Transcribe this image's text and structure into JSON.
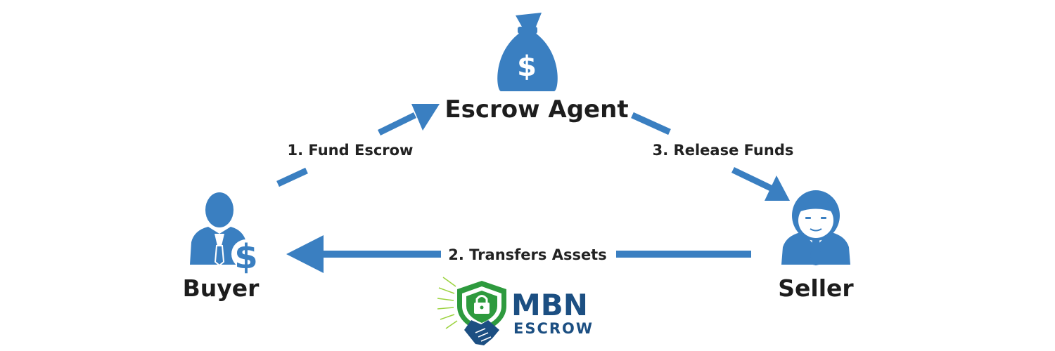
{
  "nodes": {
    "escrow_agent": {
      "label": "Escrow Agent",
      "icon": "money-bag-icon"
    },
    "buyer": {
      "label": "Buyer",
      "icon": "buyer-icon"
    },
    "seller": {
      "label": "Seller",
      "icon": "seller-icon"
    }
  },
  "edges": {
    "fund": {
      "label": "1. Fund Escrow",
      "from": "Buyer",
      "to": "Escrow Agent"
    },
    "transfer": {
      "label": "2. Transfers Assets",
      "from": "Seller",
      "to": "Buyer"
    },
    "release": {
      "label": "3.  Release Funds",
      "from": "Escrow Agent",
      "to": "Seller"
    }
  },
  "logo": {
    "name": "MBN",
    "sub": "ESCROW",
    "icon": "shield-lock-handshake-icon"
  },
  "colors": {
    "primary": "#3a7fc1",
    "text": "#1d1d1d",
    "logo_blue": "#1c4f82",
    "logo_green": "#2e9a3e"
  }
}
